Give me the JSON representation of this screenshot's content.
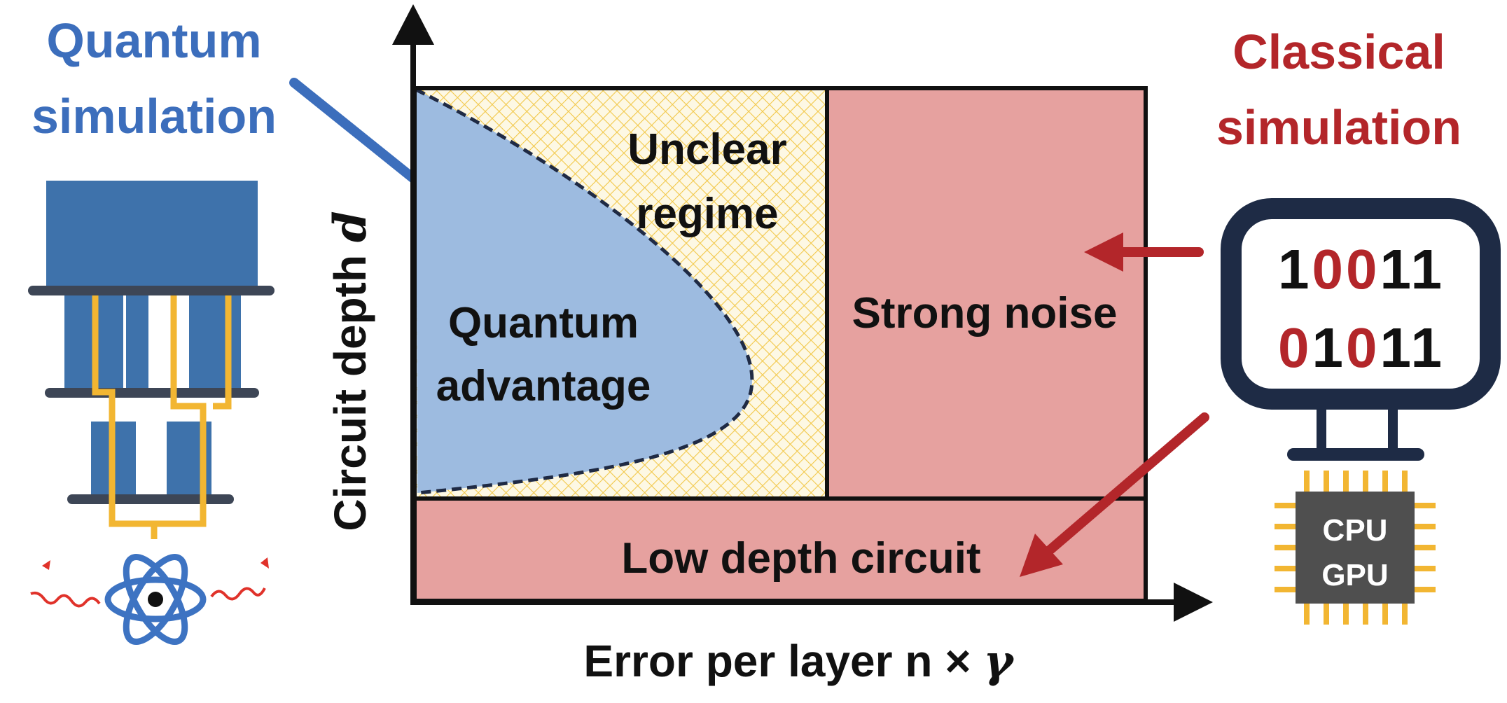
{
  "left_label": {
    "line1": "Quantum",
    "line2": "simulation",
    "color": "#3c6ebc"
  },
  "right_label": {
    "line1": "Classical",
    "line2": "simulation",
    "color": "#b3262a"
  },
  "axes": {
    "y_label": "Circuit depth ",
    "y_symbol": "d",
    "x_label": "Error per layer n × ",
    "x_symbol": "γ"
  },
  "regions": {
    "quantum_advantage": {
      "line1": "Quantum",
      "line2": "advantage",
      "color": "#9dbbe0"
    },
    "unclear": {
      "line1": "Unclear",
      "line2": "regime",
      "color": "#f7c842"
    },
    "strong_noise": {
      "label": "Strong noise",
      "color": "#e6a19f"
    },
    "low_depth": {
      "label": "Low depth circuit",
      "color": "#e6a19f"
    }
  },
  "binary": {
    "row1": [
      {
        "d": "1",
        "red": false
      },
      {
        "d": "0",
        "red": true
      },
      {
        "d": "0",
        "red": true
      },
      {
        "d": "1",
        "red": false
      },
      {
        "d": "1",
        "red": false
      }
    ],
    "row2": [
      {
        "d": "0",
        "red": true
      },
      {
        "d": "1",
        "red": false
      },
      {
        "d": "0",
        "red": true
      },
      {
        "d": "1",
        "red": false
      },
      {
        "d": "1",
        "red": false
      }
    ]
  },
  "chip": {
    "line1": "CPU",
    "line2": "GPU"
  },
  "icons": [
    "quantum-computer-icon",
    "atom-icon",
    "monitor-icon",
    "chip-icon"
  ]
}
